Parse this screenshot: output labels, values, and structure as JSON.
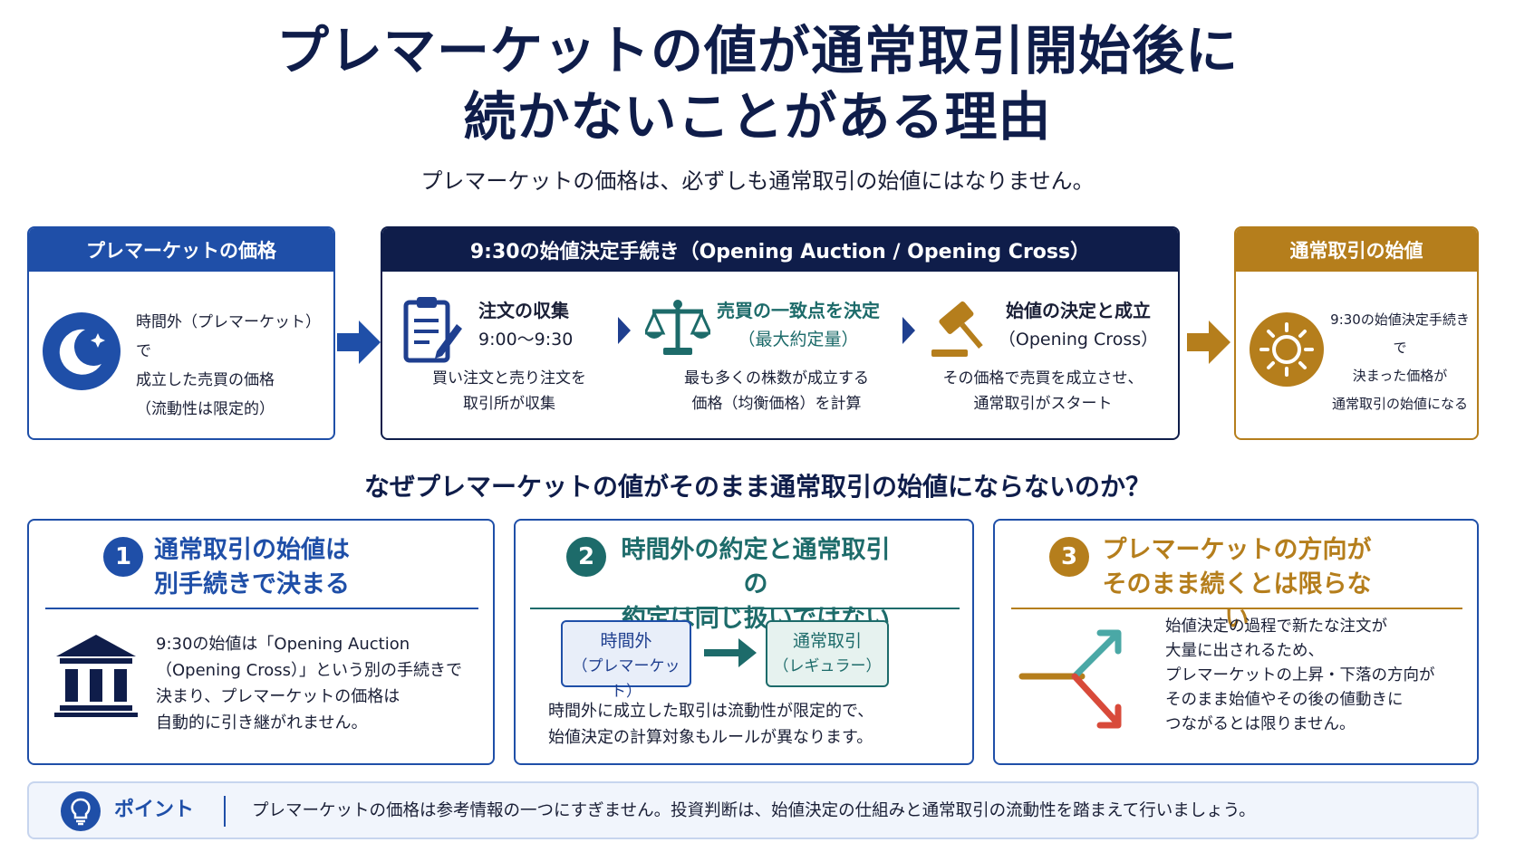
{
  "title": {
    "line1": "プレマーケットの値が通常取引開始後に",
    "line2": "続かないことがある理由"
  },
  "subtitle": "プレマーケットの価格は、必ずしも通常取引の始値にはなりません。",
  "premarket_box": {
    "header": "プレマーケットの価格",
    "lines": [
      "時間外（プレマーケット）で",
      "成立した売買の価格",
      "（流動性は限定的）"
    ],
    "icon": "moon-icon"
  },
  "opening_box": {
    "header": "9:30の始値決定手続き（Opening Auction / Opening Cross）",
    "steps": [
      {
        "title": "注文の収集",
        "sub": "9:00〜9:30",
        "desc1": "買い注文と売り注文を",
        "desc2": "取引所が収集",
        "icon": "clipboard-icon"
      },
      {
        "title": "売買の一致点を決定",
        "sub": "（最大約定量）",
        "desc1": "最も多くの株数が成立する",
        "desc2": "価格（均衡価格）を計算",
        "icon": "scale-icon"
      },
      {
        "title": "始値の決定と成立",
        "sub": "（Opening Cross）",
        "desc1": "その価格で売買を成立させ、",
        "desc2": "通常取引がスタート",
        "icon": "gavel-icon"
      }
    ]
  },
  "regular_box": {
    "header": "通常取引の始値",
    "lines": [
      "9:30の始値決定手続きで",
      "決まった価格が",
      "通常取引の始値になる"
    ],
    "icon": "sun-icon"
  },
  "section_heading": "なぜプレマーケットの値がそのまま通常取引の始値にならないのか？",
  "reasons": [
    {
      "num": "1",
      "title1": "通常取引の始値は",
      "title2": "別手続きで決まる",
      "body": [
        "9:30の始値は「Opening Auction",
        "（Opening Cross）」という別の手続きで",
        "決まり、プレマーケットの価格は",
        "自動的に引き継がれません。"
      ],
      "icon": "bank-icon",
      "color": "#1f4fa8"
    },
    {
      "num": "2",
      "title1": "時間外の約定と通常取引の",
      "title2": "約定は同じ扱いではない",
      "chip_left": [
        "時間外",
        "（プレマーケット）"
      ],
      "chip_right": [
        "通常取引",
        "（レギュラー）"
      ],
      "body": [
        "時間外に成立した取引は流動性が限定的で、",
        "始値決定の計算対象もルールが異なります。"
      ],
      "color": "#1d6b6a"
    },
    {
      "num": "3",
      "title1": "プレマーケットの方向が",
      "title2": "そのまま続くとは限らない",
      "body": [
        "始値決定の過程で新たな注文が",
        "大量に出されるため、",
        "プレマーケットの上昇・下落の方向が",
        "そのまま始値やその後の値動きに",
        "つながるとは限りません。"
      ],
      "icon": "diverging-arrows-icon",
      "color": "#b57e1c"
    }
  ],
  "point": {
    "label": "ポイント",
    "text": "プレマーケットの価格は参考情報の一つにすぎません。投資判断は、始値決定の仕組みと通常取引の流動性を踏まえて行いましょう。",
    "icon": "lightbulb-icon"
  }
}
